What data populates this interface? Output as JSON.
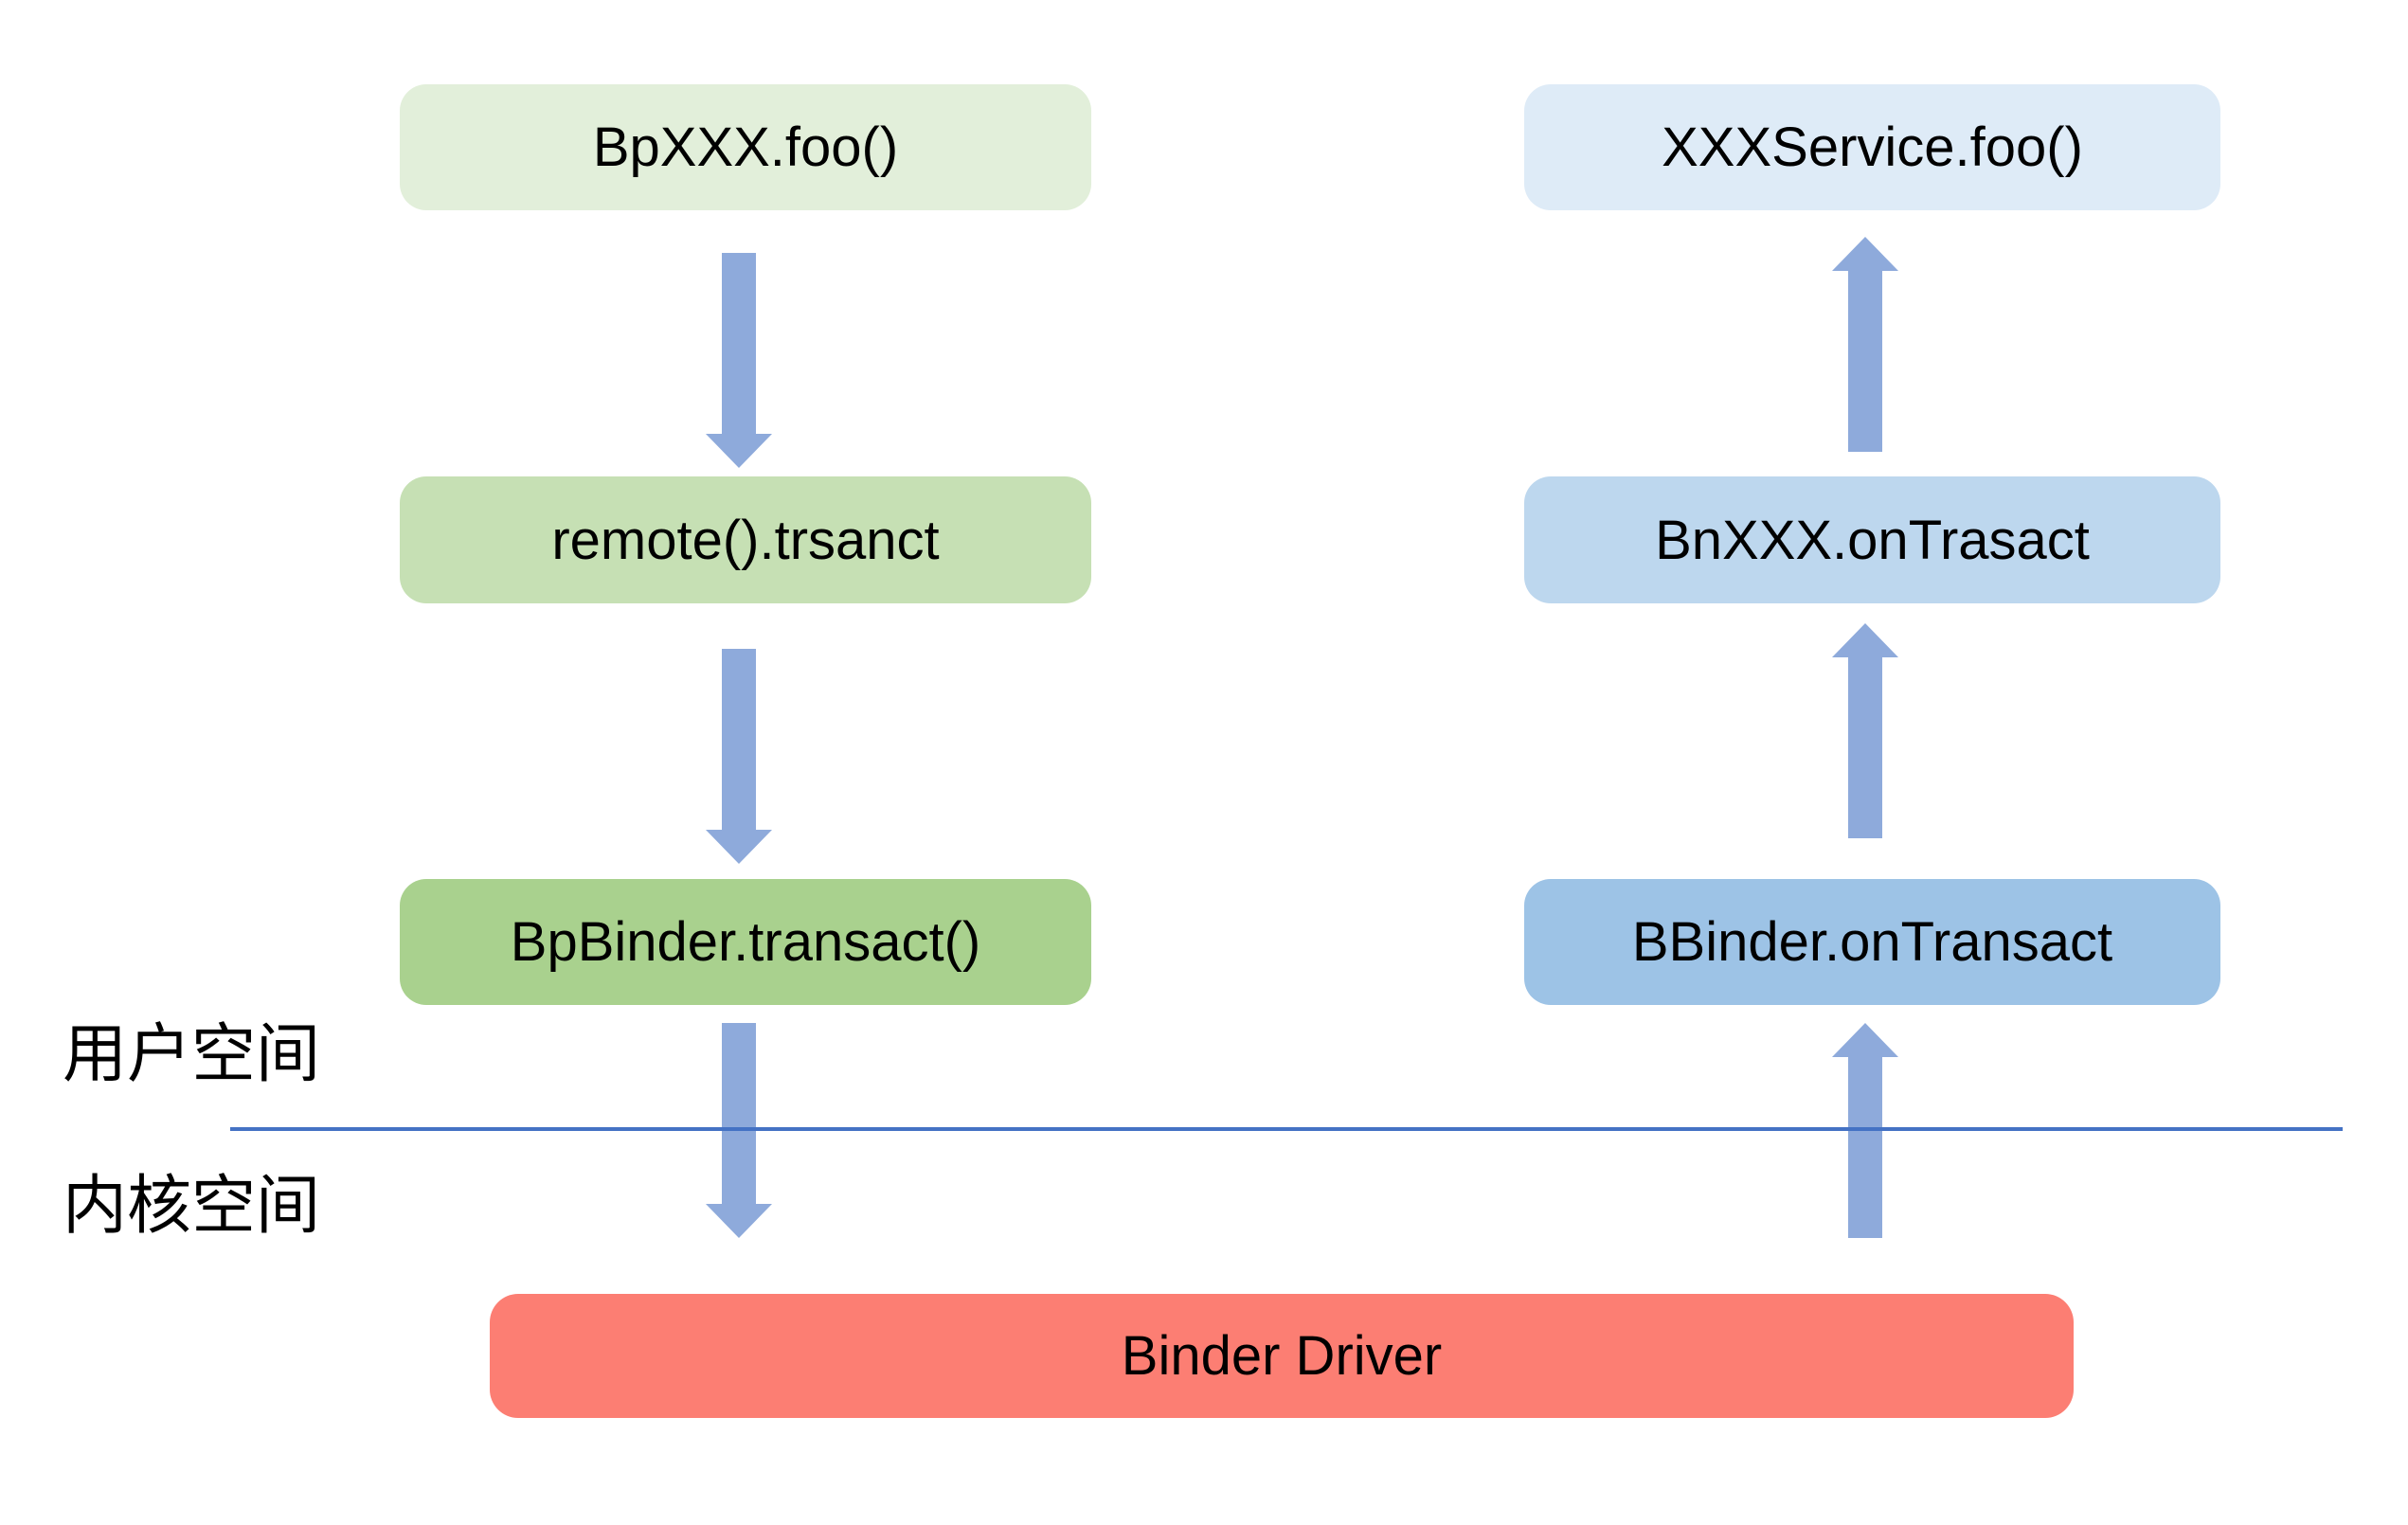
{
  "diagram": {
    "description": "Android Binder IPC call flow between user space and kernel space",
    "regions": {
      "user_space_label": "用户空间",
      "kernel_space_label": "内核空间"
    },
    "divider_color": "#4472c4",
    "arrow_color": "#8eaadb",
    "client_flow": {
      "arrow_direction": "down",
      "nodes": [
        {
          "label": "BpXXX.foo()",
          "color": "#e2efda"
        },
        {
          "label": "remote().trsanct",
          "color": "#c6e0b4"
        },
        {
          "label": "BpBinder.transact()",
          "color": "#a9d18e"
        }
      ]
    },
    "service_flow": {
      "arrow_direction": "up",
      "nodes": [
        {
          "label": "XXXService.foo()",
          "color": "#deebf7"
        },
        {
          "label": "BnXXX.onTrasact",
          "color": "#bdd7ee"
        },
        {
          "label": "BBinder.onTransact",
          "color": "#9dc3e6"
        }
      ]
    },
    "driver": {
      "label": "Binder Driver",
      "color": "#fc7e73"
    }
  }
}
